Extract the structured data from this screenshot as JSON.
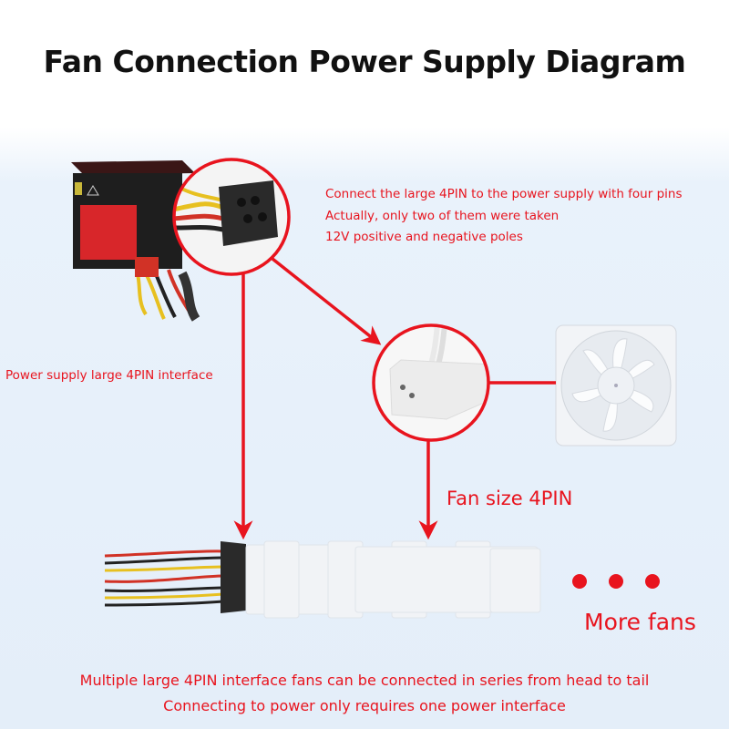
{
  "title": "Fan Connection Power Supply Diagram",
  "annotations": {
    "psu_connector_note": [
      "Connect the large 4PIN to the power supply with four pins",
      "Actually, only two of them were taken",
      "12V positive and negative poles"
    ],
    "psu_interface_label": "Power supply large 4PIN interface",
    "fan_connector_label": "Fan size 4PIN",
    "more_fans_label": "More fans",
    "bottom_note": [
      "Multiple large 4PIN interface fans can be connected in series from head to tail",
      "Connecting to power only requires one power interface"
    ]
  },
  "components": {
    "power_supply": "power-supply-unit",
    "psu_connector_zoom": "molex-4pin-male-black",
    "fan_connector_zoom": "molex-4pin-female-white",
    "fan": "white-case-fan",
    "chained_connectors_count": 4,
    "continuation_dots": 3
  },
  "colors": {
    "accent": "#e8141e",
    "background": "#e6eff9",
    "title": "#111111"
  }
}
